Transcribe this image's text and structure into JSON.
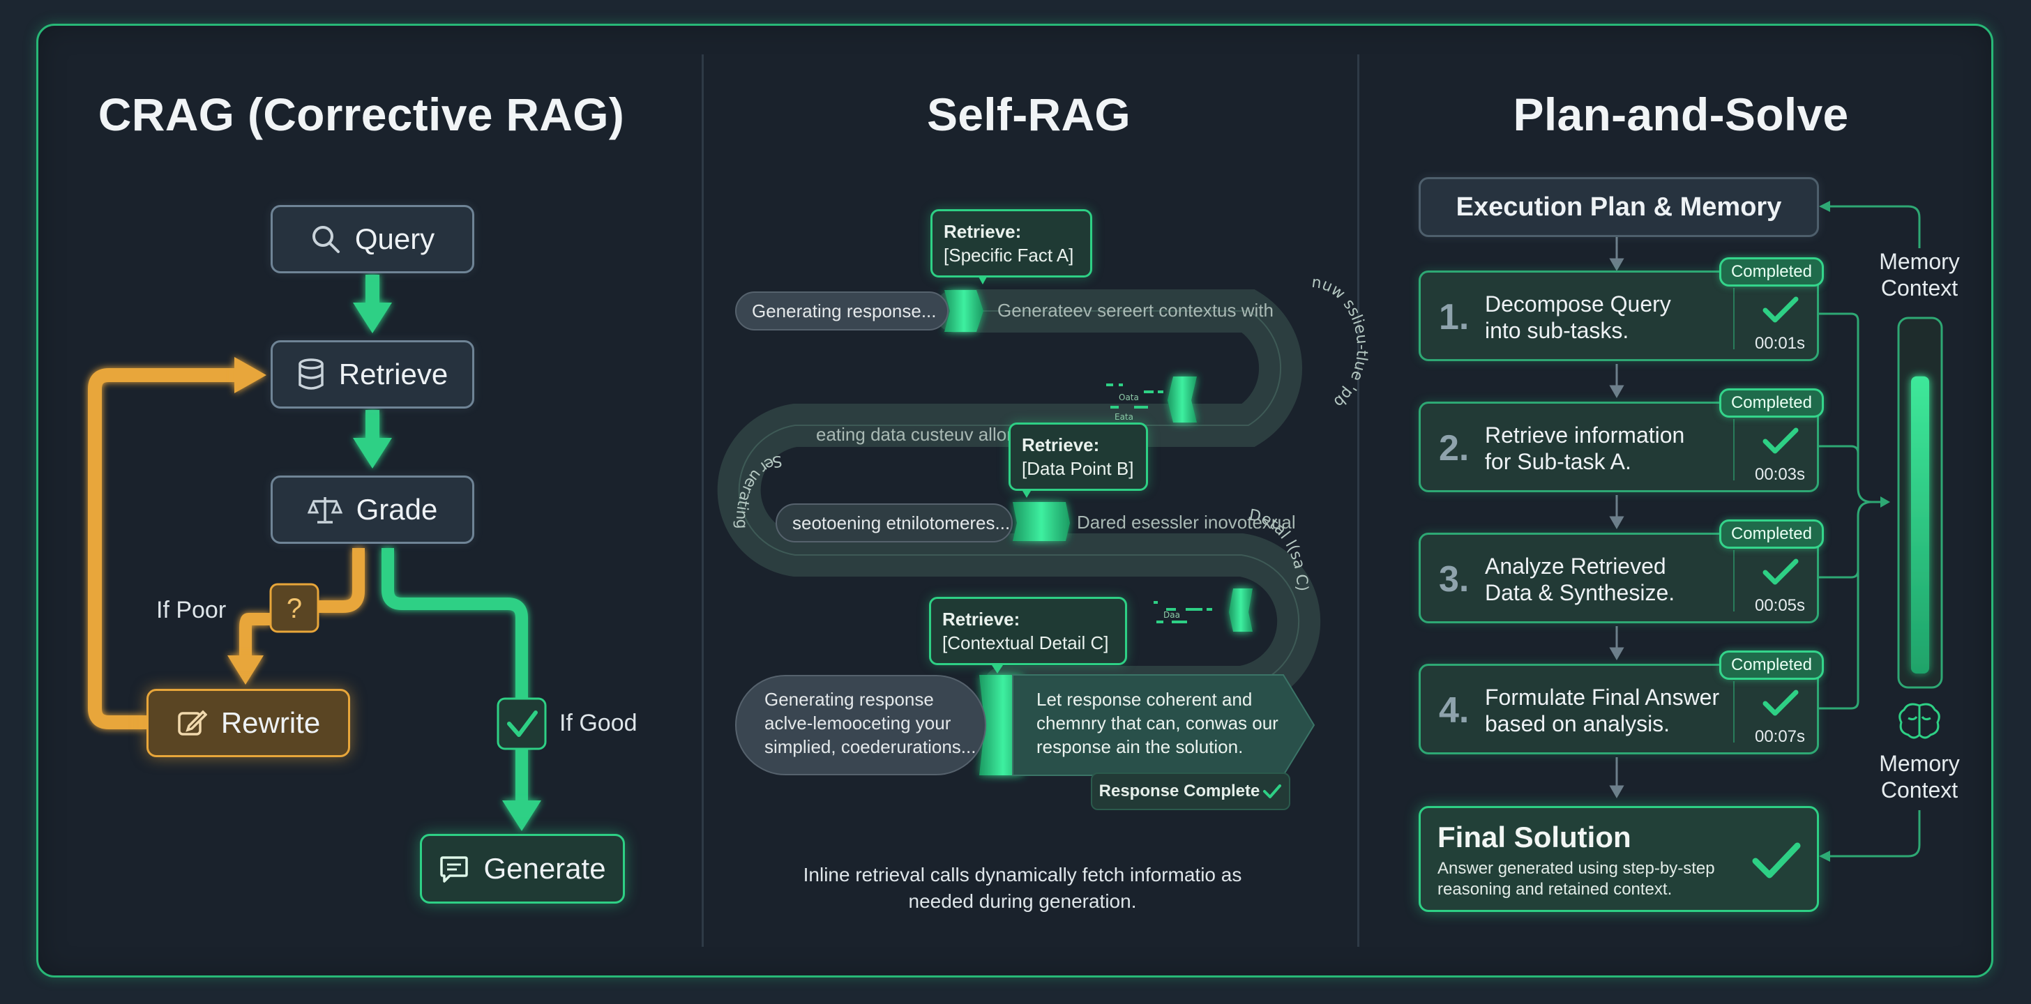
{
  "colors": {
    "green": "#2ed085",
    "orange": "#e8a63a",
    "frame": "#28b877",
    "background": "#1a222c"
  },
  "crag": {
    "title": "CRAG (Corrective RAG)",
    "nodes": {
      "query": "Query",
      "retrieve": "Retrieve",
      "grade": "Grade",
      "rewrite": "Rewrite",
      "generate": "Generate"
    },
    "labels": {
      "poor": "If Poor",
      "good": "If Good",
      "question_mark": "?"
    },
    "icons": [
      "search-icon",
      "database-icon",
      "scale-icon",
      "edit-icon",
      "chat-icon",
      "check-icon"
    ]
  },
  "selfrag": {
    "title": "Self-RAG",
    "callouts": [
      {
        "title": "Retrieve:",
        "detail": "[Specific Fact A]"
      },
      {
        "title": "Retrieve:",
        "detail": "[Data Point B]"
      },
      {
        "title": "Retrieve:",
        "detail": "[Contextual Detail C]"
      }
    ],
    "stream": {
      "row1_pill": "Generating response...",
      "row1_ghost": "Generateev sereert contextus with",
      "curve1_text": "nuw sslieu-tlue 'pb",
      "row2_ghost": "eating data custeuv allores...",
      "curve2_text": "Ser uerating",
      "row3_pill": "seotoening etnilotomeres...",
      "row3_ghost": "Dared esessler inovotexual",
      "curve3_text": "Detal l(sa C)",
      "final_left": [
        "Generating response",
        "aclve-lemooceting your",
        "simplied, coederurations..."
      ],
      "final_right": [
        "Let response coherent and",
        "chemnry that can, conwas our",
        "response ain the solution."
      ],
      "tiny_marks": [
        "Oata",
        "Eata",
        "Daa"
      ]
    },
    "complete_label": "Response Complete",
    "caption": [
      "Inline retrieval calls dynamically fetch informatio as",
      "needed during generation."
    ]
  },
  "plan": {
    "title": "Plan-and-Solve",
    "header": "Execution Plan & Memory",
    "steps": [
      {
        "num": "1.",
        "lines": [
          "Decompose Query",
          "into sub-tasks."
        ],
        "badge": "Completed",
        "time": "00:01s"
      },
      {
        "num": "2.",
        "lines": [
          "Retrieve information",
          "for Sub-task A."
        ],
        "badge": "Completed",
        "time": "00:03s"
      },
      {
        "num": "3.",
        "lines": [
          "Analyze Retrieved",
          "Data & Synthesize."
        ],
        "badge": "Completed",
        "time": "00:05s"
      },
      {
        "num": "4.",
        "lines": [
          "Formulate Final Answer",
          "based on analysis."
        ],
        "badge": "Completed",
        "time": "00:07s"
      }
    ],
    "final": {
      "title": "Final Solution",
      "lines": [
        "Answer generated using step-by-step",
        "reasoning and retained context."
      ]
    },
    "memory_top": [
      "Memory",
      "Context"
    ],
    "memory_bottom": [
      "Memory",
      "Context"
    ],
    "memory_level": 0.87
  }
}
